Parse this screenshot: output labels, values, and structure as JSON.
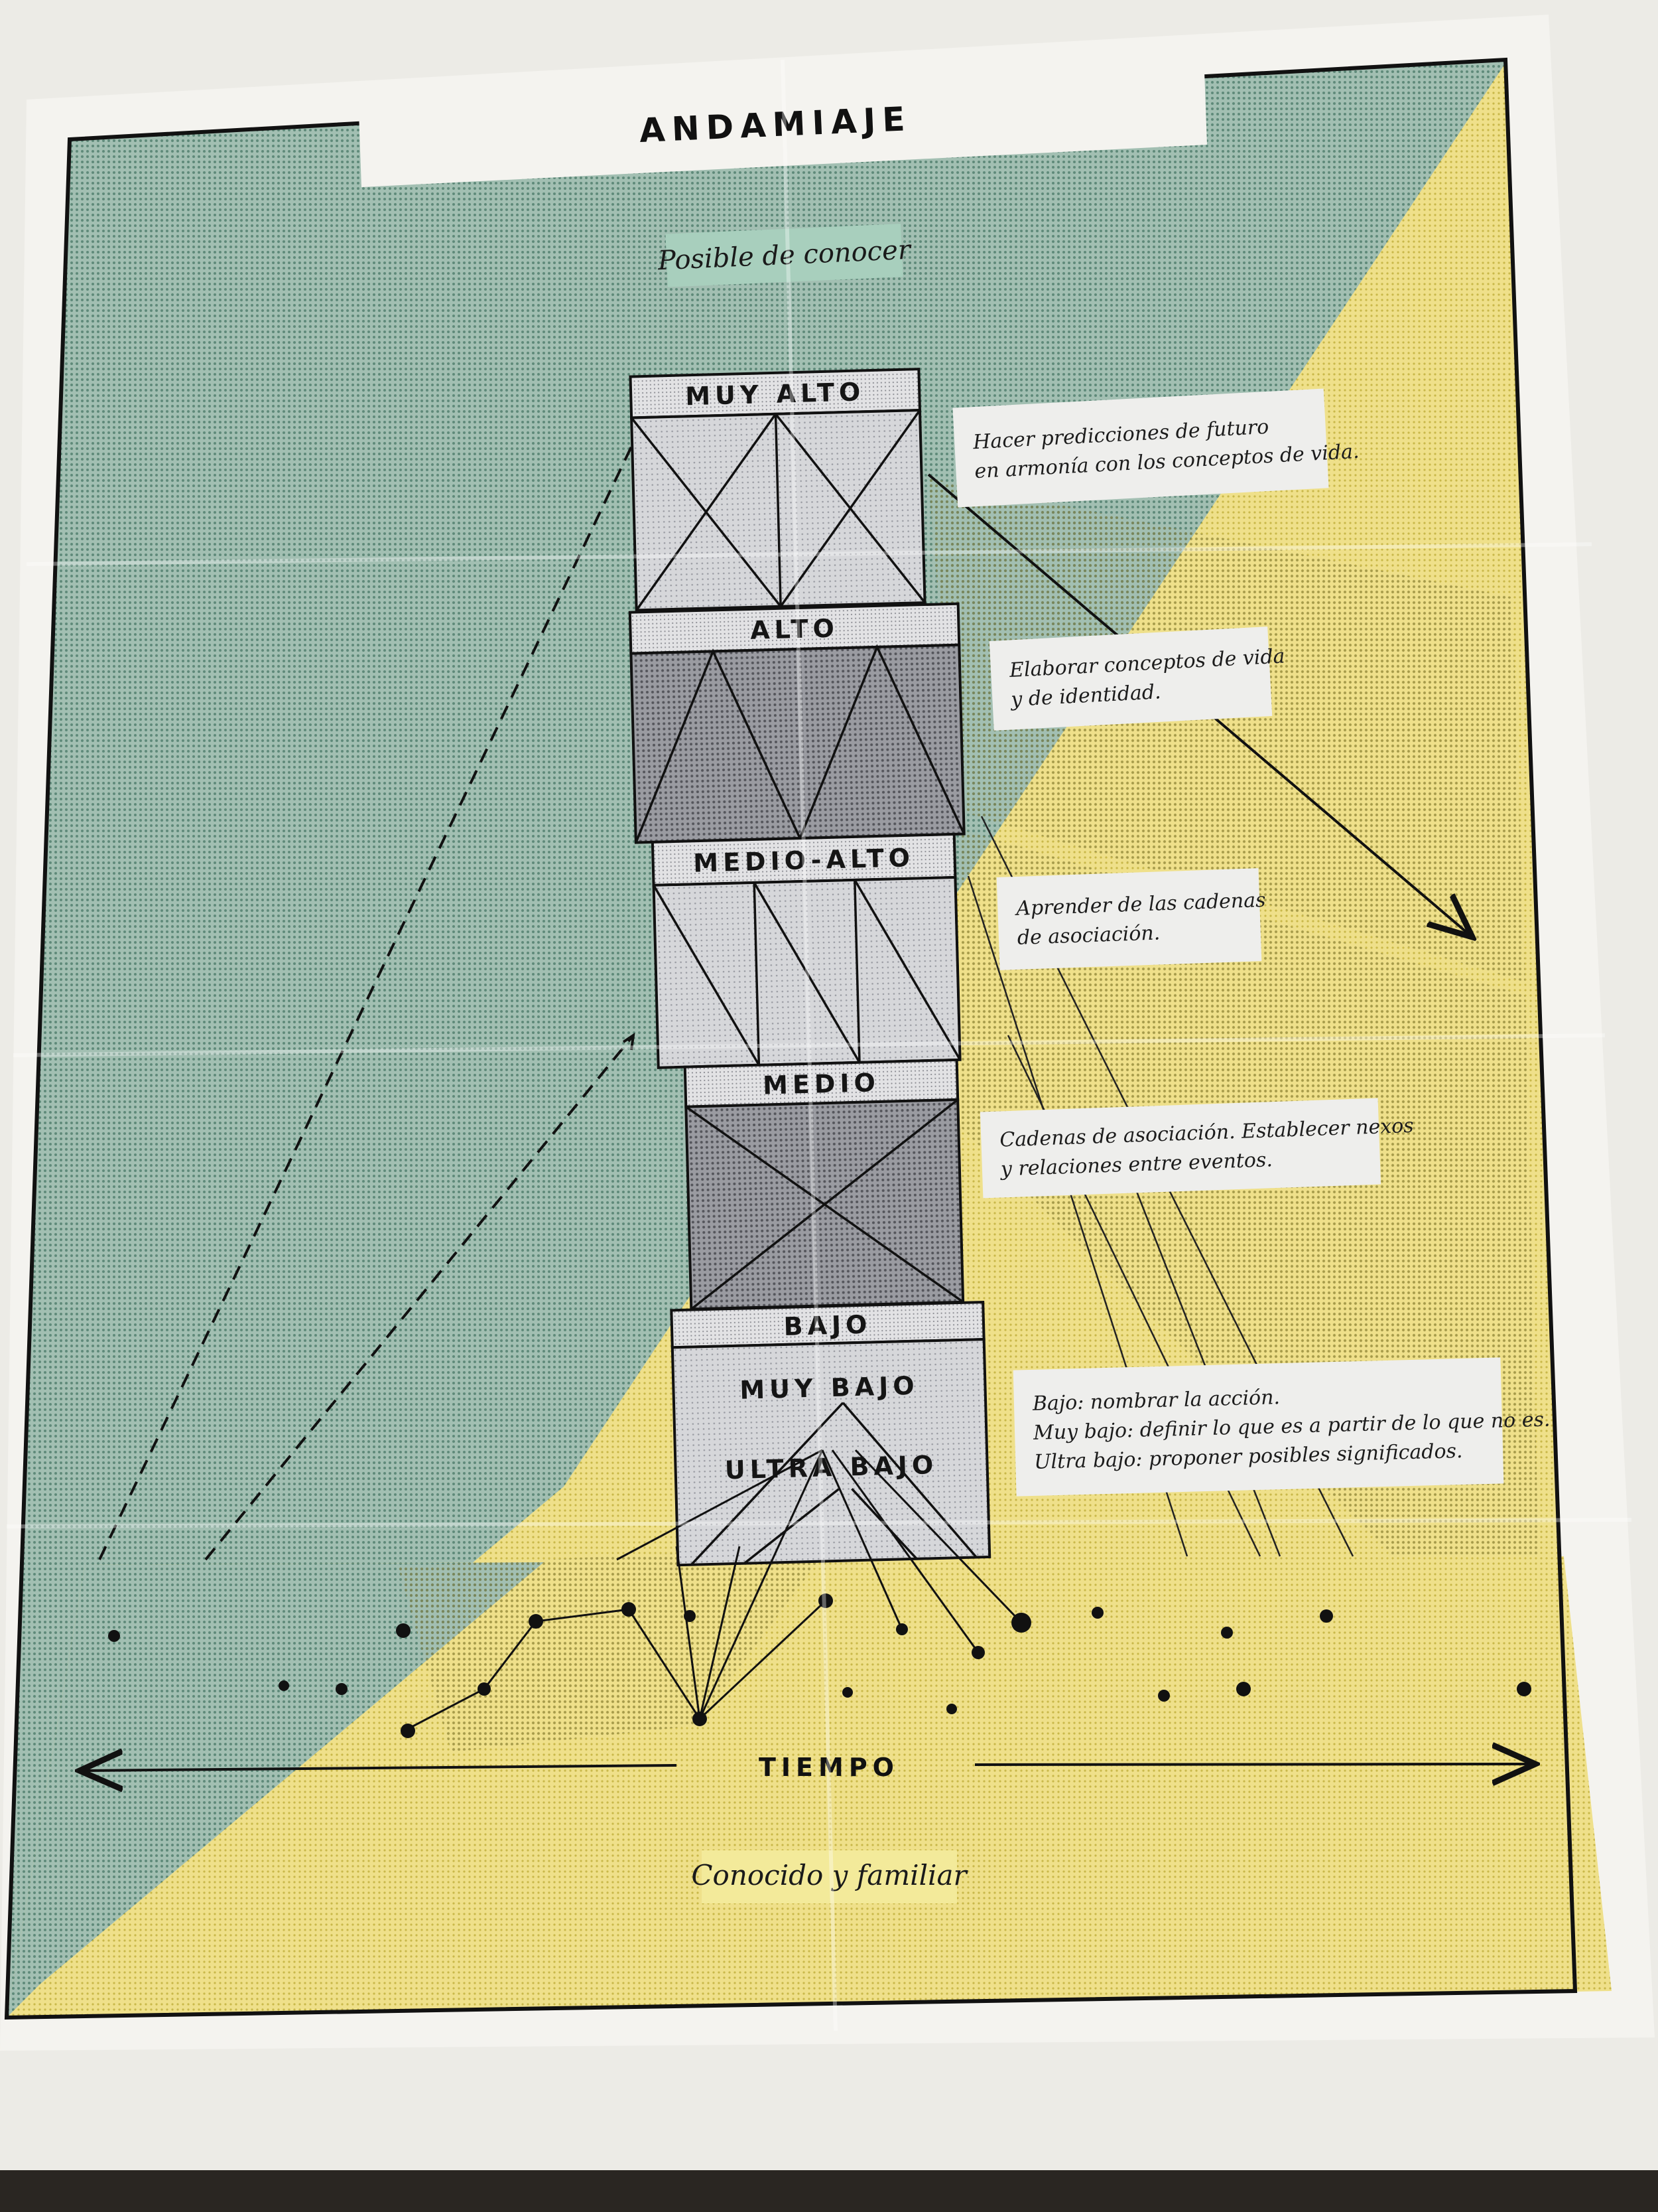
{
  "title": "ANDAMIAJE",
  "top_label": "Posible de conocer",
  "bottom_label": "Conocido y familiar",
  "axis_label": "TIEMPO",
  "levels": [
    {
      "label": "MUY ALTO"
    },
    {
      "label": "ALTO"
    },
    {
      "label": "MEDIO-ALTO"
    },
    {
      "label": "MEDIO"
    },
    {
      "label": "BAJO"
    },
    {
      "label": "MUY BAJO"
    },
    {
      "label": "ULTRA BAJO"
    }
  ],
  "captions": [
    {
      "lines": [
        "Hacer predicciones de futuro",
        "en armonía con los conceptos de vida."
      ]
    },
    {
      "lines": [
        "Elaborar conceptos de vida",
        "y de identidad."
      ]
    },
    {
      "lines": [
        "Aprender de las cadenas",
        "de asociación."
      ]
    },
    {
      "lines": [
        "Cadenas de asociación. Establecer nexos",
        "y relaciones entre eventos."
      ]
    },
    {
      "lines": [
        "Bajo: nombrar la acción.",
        "Muy bajo: definir lo que es a partir de lo que no es.",
        "Ultra bajo: proponer posibles significados."
      ]
    }
  ],
  "colors": {
    "paper": "#f4f3ef",
    "teal": "#8fb1a3",
    "yellow": "#ecdc79",
    "frame": "#111111",
    "box_light": "#cfd0d3",
    "box_dark": "#85868c",
    "label_band": "#e9e9ea",
    "caption_bg": "#eeeeec",
    "top_label_bg": "#a8cfbd",
    "bottom_label_bg": "#f3ea9a"
  }
}
